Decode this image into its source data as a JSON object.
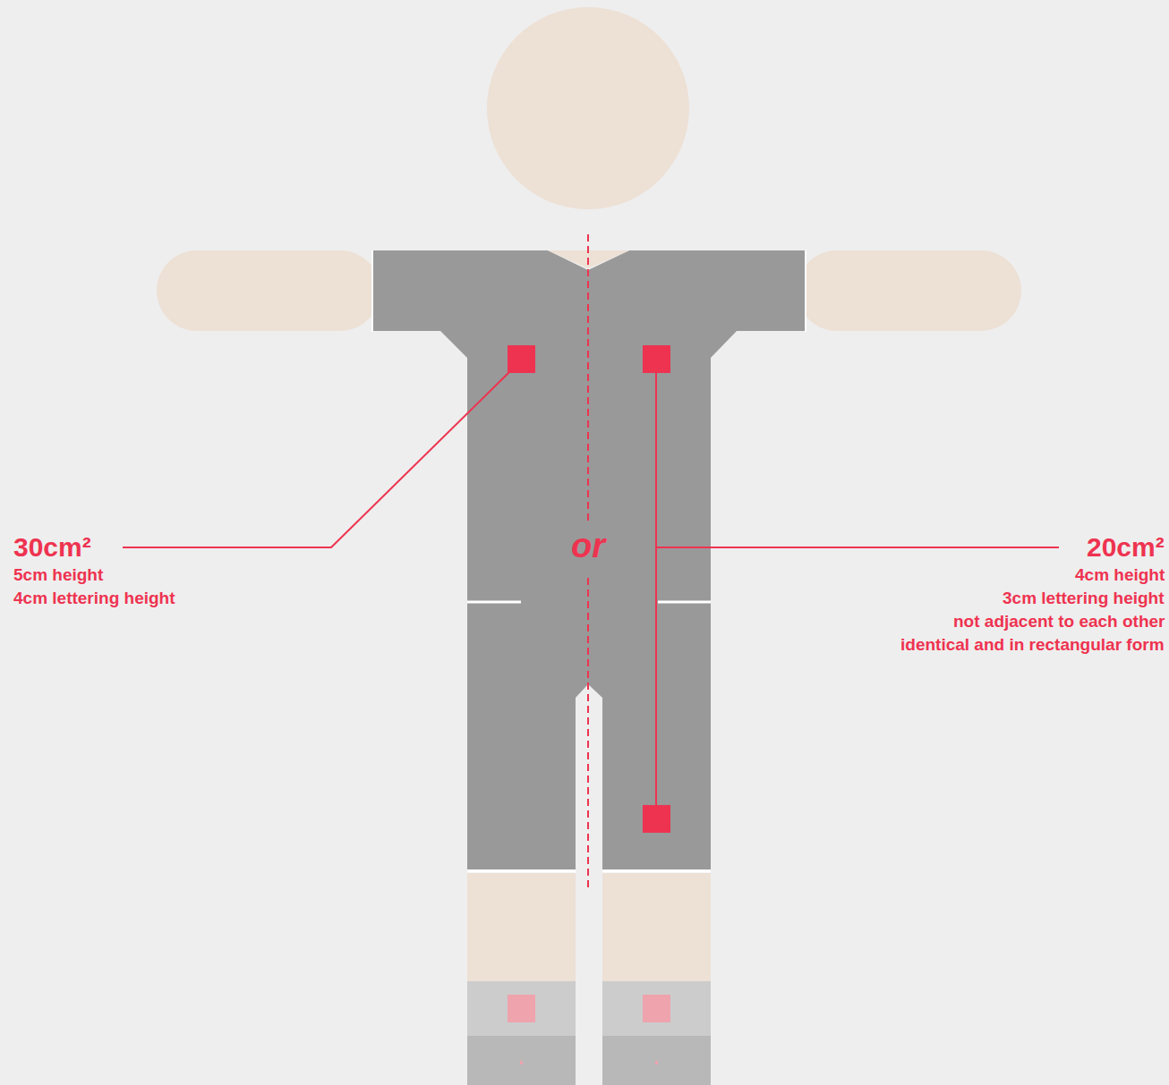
{
  "diagram": {
    "labels": [
      "30cm²",
      "5cm height",
      "4cm lettering height",
      "or",
      "20cm²",
      "4cm height",
      "3cm lettering height",
      "not adjacent to each other",
      "identical and in rectangular form"
    ]
  }
}
